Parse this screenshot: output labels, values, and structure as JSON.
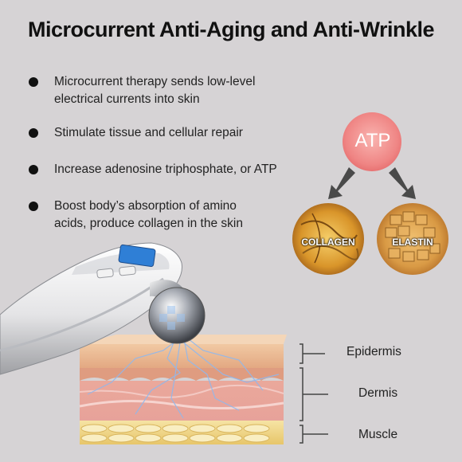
{
  "title": "Microcurrent Anti-Aging and Anti-Wrinkle",
  "bullets": [
    {
      "text_line1": "Microcurrent therapy sends low-level",
      "text_line2": "electrical currents into skin"
    },
    {
      "text": "Stimulate tissue and cellular repair"
    },
    {
      "text": "Increase adenosine triphosphate, or ATP"
    },
    {
      "text_line1": "Boost body’s absorption of amino",
      "text_line2": "acids, produce collagen in the skin"
    }
  ],
  "diagram": {
    "atp": "ATP",
    "collagen": "COLLAGEN",
    "elastin": "ELASTIN"
  },
  "skin_layers": {
    "epidermis": "Epidermis",
    "dermis": "Dermis",
    "muscle": "Muscle"
  },
  "colors": {
    "background": "#d6d3d5",
    "atp_circle": "#f28c8c",
    "arrow": "#4a4a4a"
  }
}
